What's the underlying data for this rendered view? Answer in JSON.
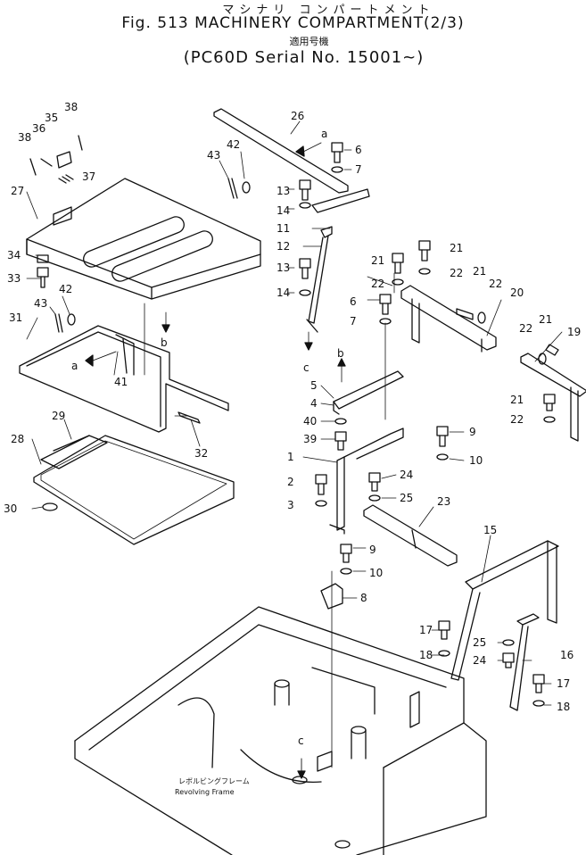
{
  "header": {
    "kana_title": "マシナリ コンパートメント",
    "title": "Fig. 513 MACHINERY COMPARTMENT(2/3)",
    "applicability": "適用号機",
    "serial": "(PC60D Serial No. 15001~)"
  },
  "frame_label": {
    "jp": "レボルビングフレーム",
    "en": "Revolving Frame"
  },
  "callouts": {
    "p1": "1",
    "p2": "2",
    "p3": "3",
    "p4": "4",
    "p5": "5",
    "p6a": "6",
    "p6b": "6",
    "p7a": "7",
    "p7b": "7",
    "p8": "8",
    "p9a": "9",
    "p9b": "9",
    "p10a": "10",
    "p10b": "10",
    "p11": "11",
    "p12": "12",
    "p13a": "13",
    "p13b": "13",
    "p14a": "14",
    "p14b": "14",
    "p15": "15",
    "p16": "16",
    "p17a": "17",
    "p17b": "17",
    "p18a": "18",
    "p18b": "18",
    "p19": "19",
    "p20": "20",
    "p21a": "21",
    "p21b": "21",
    "p21c": "21",
    "p21d": "21",
    "p21e": "21",
    "p22a": "22",
    "p22b": "22",
    "p22c": "22",
    "p22d": "22",
    "p22e": "22",
    "p23": "23",
    "p24a": "24",
    "p24b": "24",
    "p25a": "25",
    "p25b": "25",
    "p26": "26",
    "p27": "27",
    "p28": "28",
    "p29": "29",
    "p30": "30",
    "p31": "31",
    "p32": "32",
    "p33": "33",
    "p34": "34",
    "p35": "35",
    "p36": "36",
    "p37": "37",
    "p38a": "38",
    "p38b": "38",
    "p39": "39",
    "p40": "40",
    "p41": "41",
    "p42a": "42",
    "p42b": "42",
    "p43a": "43",
    "p43b": "43",
    "ref_a1": "a",
    "ref_a2": "a",
    "ref_b1": "b",
    "ref_b2": "b",
    "ref_c1": "c",
    "ref_c2": "c"
  }
}
